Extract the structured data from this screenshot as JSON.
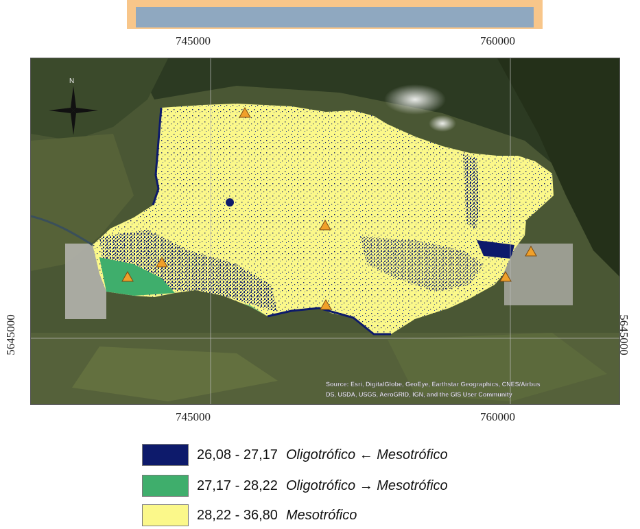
{
  "axis": {
    "x_ticks": [
      "745000",
      "760000"
    ],
    "y_tick": "5645000"
  },
  "attribution": {
    "line1": "Source: Esri, DigitalGlobe, GeoEye, Earthstar Geographics, CNES/Airbus",
    "line2": "DS, USDA, USGS, AeroGRID, IGN, and the GIS User Community"
  },
  "north_arrow": {
    "label": "N"
  },
  "legend": [
    {
      "range": "26,08 - 27,17",
      "label": "Oligotrófico ← Mesotrófico",
      "color": "#0d1a6b"
    },
    {
      "range": "27,17 - 28,22",
      "label": "Oligotrófico →  Mesotrófico",
      "color": "#3fae6c"
    },
    {
      "range": "28,22 - 36,80",
      "label": "Mesotrófico",
      "color": "#fbf88a"
    }
  ],
  "colors": {
    "imagery_dark": "#2e3a22",
    "imagery_mid": "#4d5a35",
    "urban": "#b7b7b0",
    "marker": "#f0a02a",
    "topbar_frame": "#f8c68a",
    "topbar_fill": "#8fa8c0"
  }
}
